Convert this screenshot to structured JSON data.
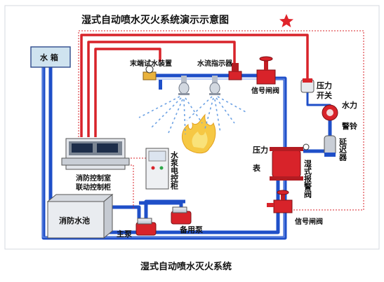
{
  "title": "湿式自动喷水灭火系统演示示意图",
  "caption": "湿式自动喷水灭火系统",
  "labels": {
    "water_tank": "水 箱",
    "end_test_device": "末端试水装置",
    "flow_indicator": "水流指示器",
    "signal_valve_top": "信号闸阀",
    "pressure_switch": "压力开关",
    "water_bell": "水力警铃",
    "delayer": "延迟器",
    "pressure_gauge": "压力表",
    "alarm_valve": "湿式报警阀",
    "signal_valve_bottom": "信号闸阀",
    "control_room_1": "消防控制室",
    "control_room_2": "联动控制柜",
    "pump_cabinet": "水泵电控柜",
    "fire_pool": "消防水池",
    "main_pump": "主泵",
    "backup_pump": "备用泵"
  },
  "colors": {
    "water_pipe": "#1f4fc8",
    "signal_line": "#d8232a",
    "tank_fill": "#cfe3ef",
    "title_star": "#e0242b"
  },
  "icons": [
    "star-icon",
    "flame-icon",
    "sprinkler-icon",
    "valve-icon",
    "pump-icon",
    "bell-icon"
  ]
}
